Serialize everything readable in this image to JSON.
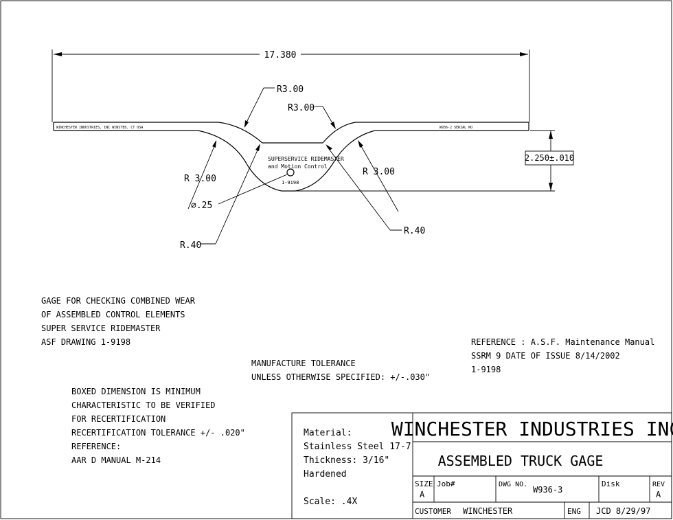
{
  "drawing": {
    "overall_length": "17.380",
    "r_top_left": "R3.00",
    "r_top_right": "R3.00",
    "r_mid_left": "R 3.00",
    "r_mid_right": "R 3.00",
    "hole_dia": "∅.25",
    "r_small_left": "R.40",
    "r_small_right": "R.40",
    "height_boxed": "2.250±.010",
    "edge_left": "WINCHESTER INDUSTRIES, INC  WINSTED, CT  USA",
    "edge_right": "W936-2  SERIAL NO",
    "center_line1": "SUPERSERVICE RIDEMASTER",
    "center_line2": "and Motion Control",
    "center_line3": "1-9198"
  },
  "notes": {
    "gage": [
      "GAGE FOR CHECKING COMBINED WEAR",
      "OF ASSEMBLED CONTROL ELEMENTS",
      "SUPER SERVICE RIDEMASTER",
      "ASF DRAWING 1-9198"
    ],
    "tolerance": [
      "MANUFACTURE TOLERANCE",
      "UNLESS OTHERWISE SPECIFIED: +/-.030\""
    ],
    "reference": [
      "REFERENCE : A.S.F. Maintenance Manual",
      "SSRM 9 DATE OF ISSUE  8/14/2002",
      "1-9198"
    ],
    "boxed": [
      "BOXED DIMENSION IS MINIMUM",
      "CHARACTERISTIC TO BE VERIFIED",
      "FOR RECERTIFICATION",
      "RECERTIFICATION TOLERANCE +/- .020\"",
      "REFERENCE:",
      "AAR  D  MANUAL  M-214"
    ]
  },
  "title_block": {
    "material_lines": [
      "Material:",
      "Stainless Steel  17-7",
      "Thickness: 3/16\"",
      "Hardened"
    ],
    "scale": "Scale: .4X",
    "company": "WINCHESTER INDUSTRIES INC.",
    "title": "ASSEMBLED TRUCK GAGE",
    "size_label": "SIZE",
    "size_value": "A",
    "job_label": "Job#",
    "dwg_label": "DWG NO.",
    "dwg_value": "W936-3",
    "disk_label": "Disk",
    "rev_label": "REV",
    "rev_value": "A",
    "customer_label": "CUSTOMER",
    "customer_value": "WINCHESTER",
    "eng_label": "ENG",
    "eng_value": "JCD  8/29/97"
  }
}
